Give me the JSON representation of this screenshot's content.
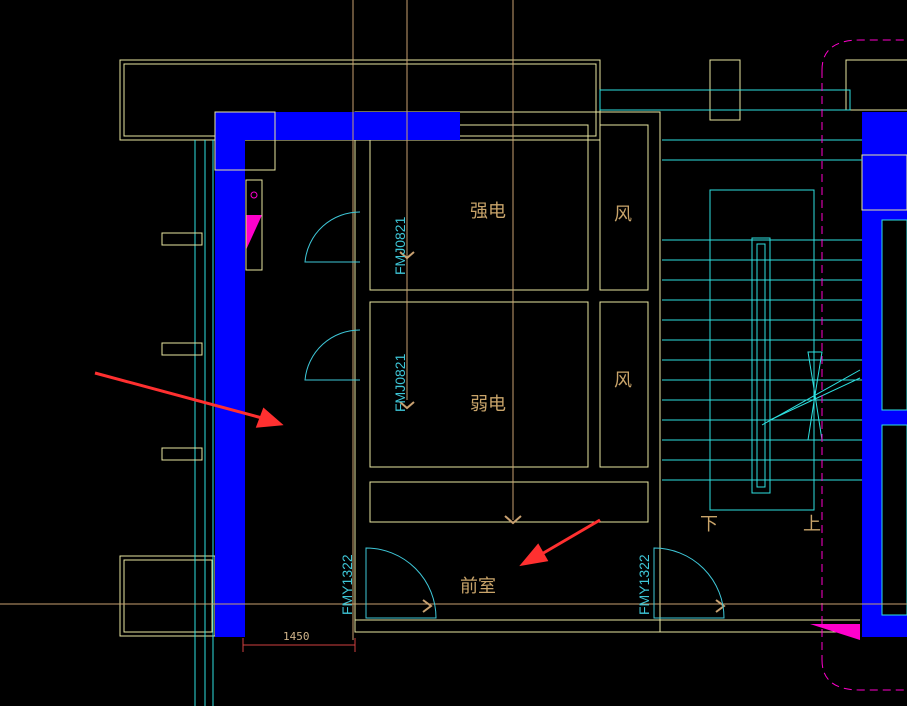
{
  "colors": {
    "background": "#000000",
    "wall": "#0000ff",
    "outline": "#e8e6a0",
    "cyan": "#2ee0e0",
    "axis": "#c8a070",
    "door": "#3ec7d8",
    "arrow": "#ff3030",
    "magenta": "#ff00cc",
    "dim": "#d04040"
  },
  "rooms": {
    "strong_elec": "强电",
    "weak_elec": "弱电",
    "wind_top": "风",
    "wind_bottom": "风",
    "anteroom": "前室"
  },
  "stairs": {
    "down": "下",
    "up": "上"
  },
  "doors": {
    "fm_top": "FMJ0821",
    "fm_mid": "FMJ0821",
    "fm_left": "FMY1322",
    "fm_right": "FMY1322"
  },
  "dimension": {
    "width": "1450"
  },
  "icons": {
    "annotation_arrows": "red-arrow-icon",
    "hinge_marker": "magenta-triangle-icon"
  }
}
